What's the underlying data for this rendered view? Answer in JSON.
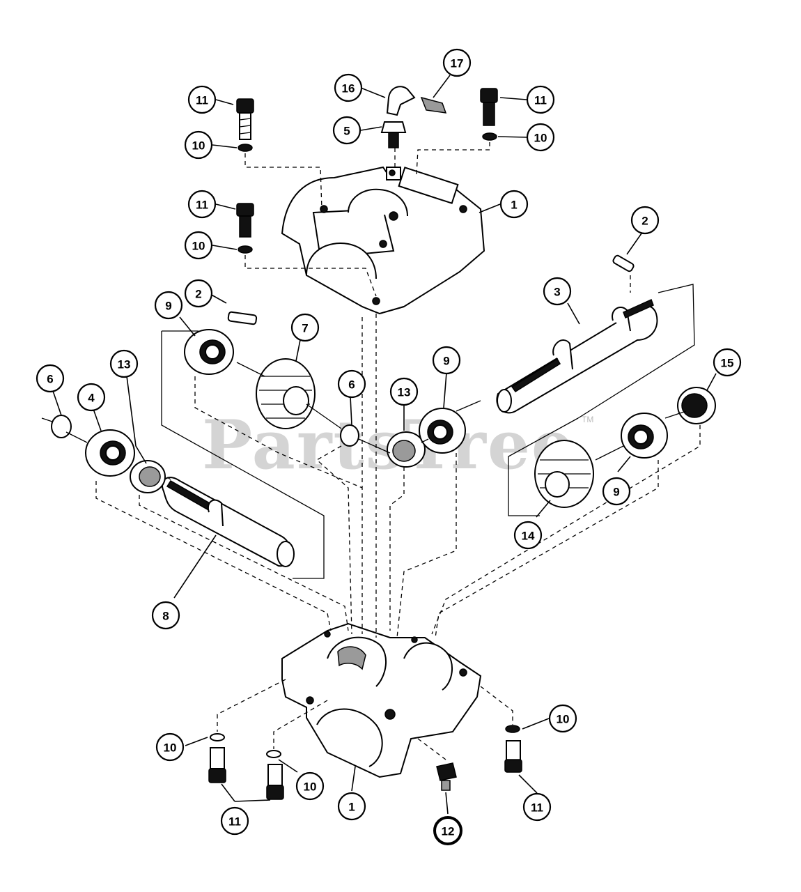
{
  "watermark": {
    "text": "PartsTree",
    "trademark": "TM"
  },
  "callouts": [
    {
      "label": "11"
    },
    {
      "label": "10"
    },
    {
      "label": "16"
    },
    {
      "label": "17"
    },
    {
      "label": "5"
    },
    {
      "label": "11"
    },
    {
      "label": "10"
    },
    {
      "label": "11"
    },
    {
      "label": "10"
    },
    {
      "label": "1"
    },
    {
      "label": "2"
    },
    {
      "label": "2"
    },
    {
      "label": "3"
    },
    {
      "label": "9"
    },
    {
      "label": "7"
    },
    {
      "label": "13"
    },
    {
      "label": "6"
    },
    {
      "label": "4"
    },
    {
      "label": "6"
    },
    {
      "label": "13"
    },
    {
      "label": "9"
    },
    {
      "label": "15"
    },
    {
      "label": "9"
    },
    {
      "label": "14"
    },
    {
      "label": "8"
    },
    {
      "label": "10"
    },
    {
      "label": "10"
    },
    {
      "label": "10"
    },
    {
      "label": "11"
    },
    {
      "label": "1"
    },
    {
      "label": "12"
    },
    {
      "label": "11"
    }
  ]
}
